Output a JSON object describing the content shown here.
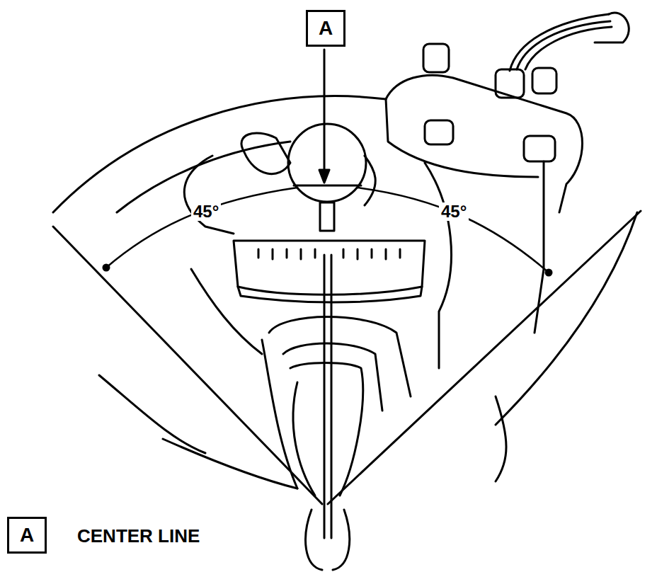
{
  "diagram": {
    "nodes": [
      {
        "text": [
          "A"
        ]
      },
      {
        "text": [
          "A"
        ]
      }
    ],
    "labels": [
      "45°",
      "45°",
      "CENTER LINE"
    ]
  }
}
